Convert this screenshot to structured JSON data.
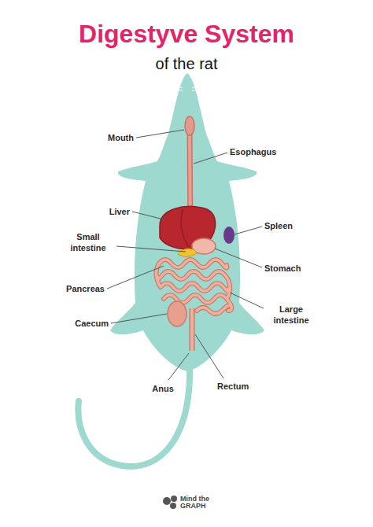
{
  "diagram": {
    "title": "Digestyve System",
    "labels": [
      "of the rat",
      "Mouth",
      "Esophagus",
      "Liver",
      "Spleen",
      "Small intestine",
      "Stomach",
      "Pancreas",
      "Caecum",
      "Large intestine",
      "Anus",
      "Rectum",
      "Mind the GRAPH"
    ]
  }
}
